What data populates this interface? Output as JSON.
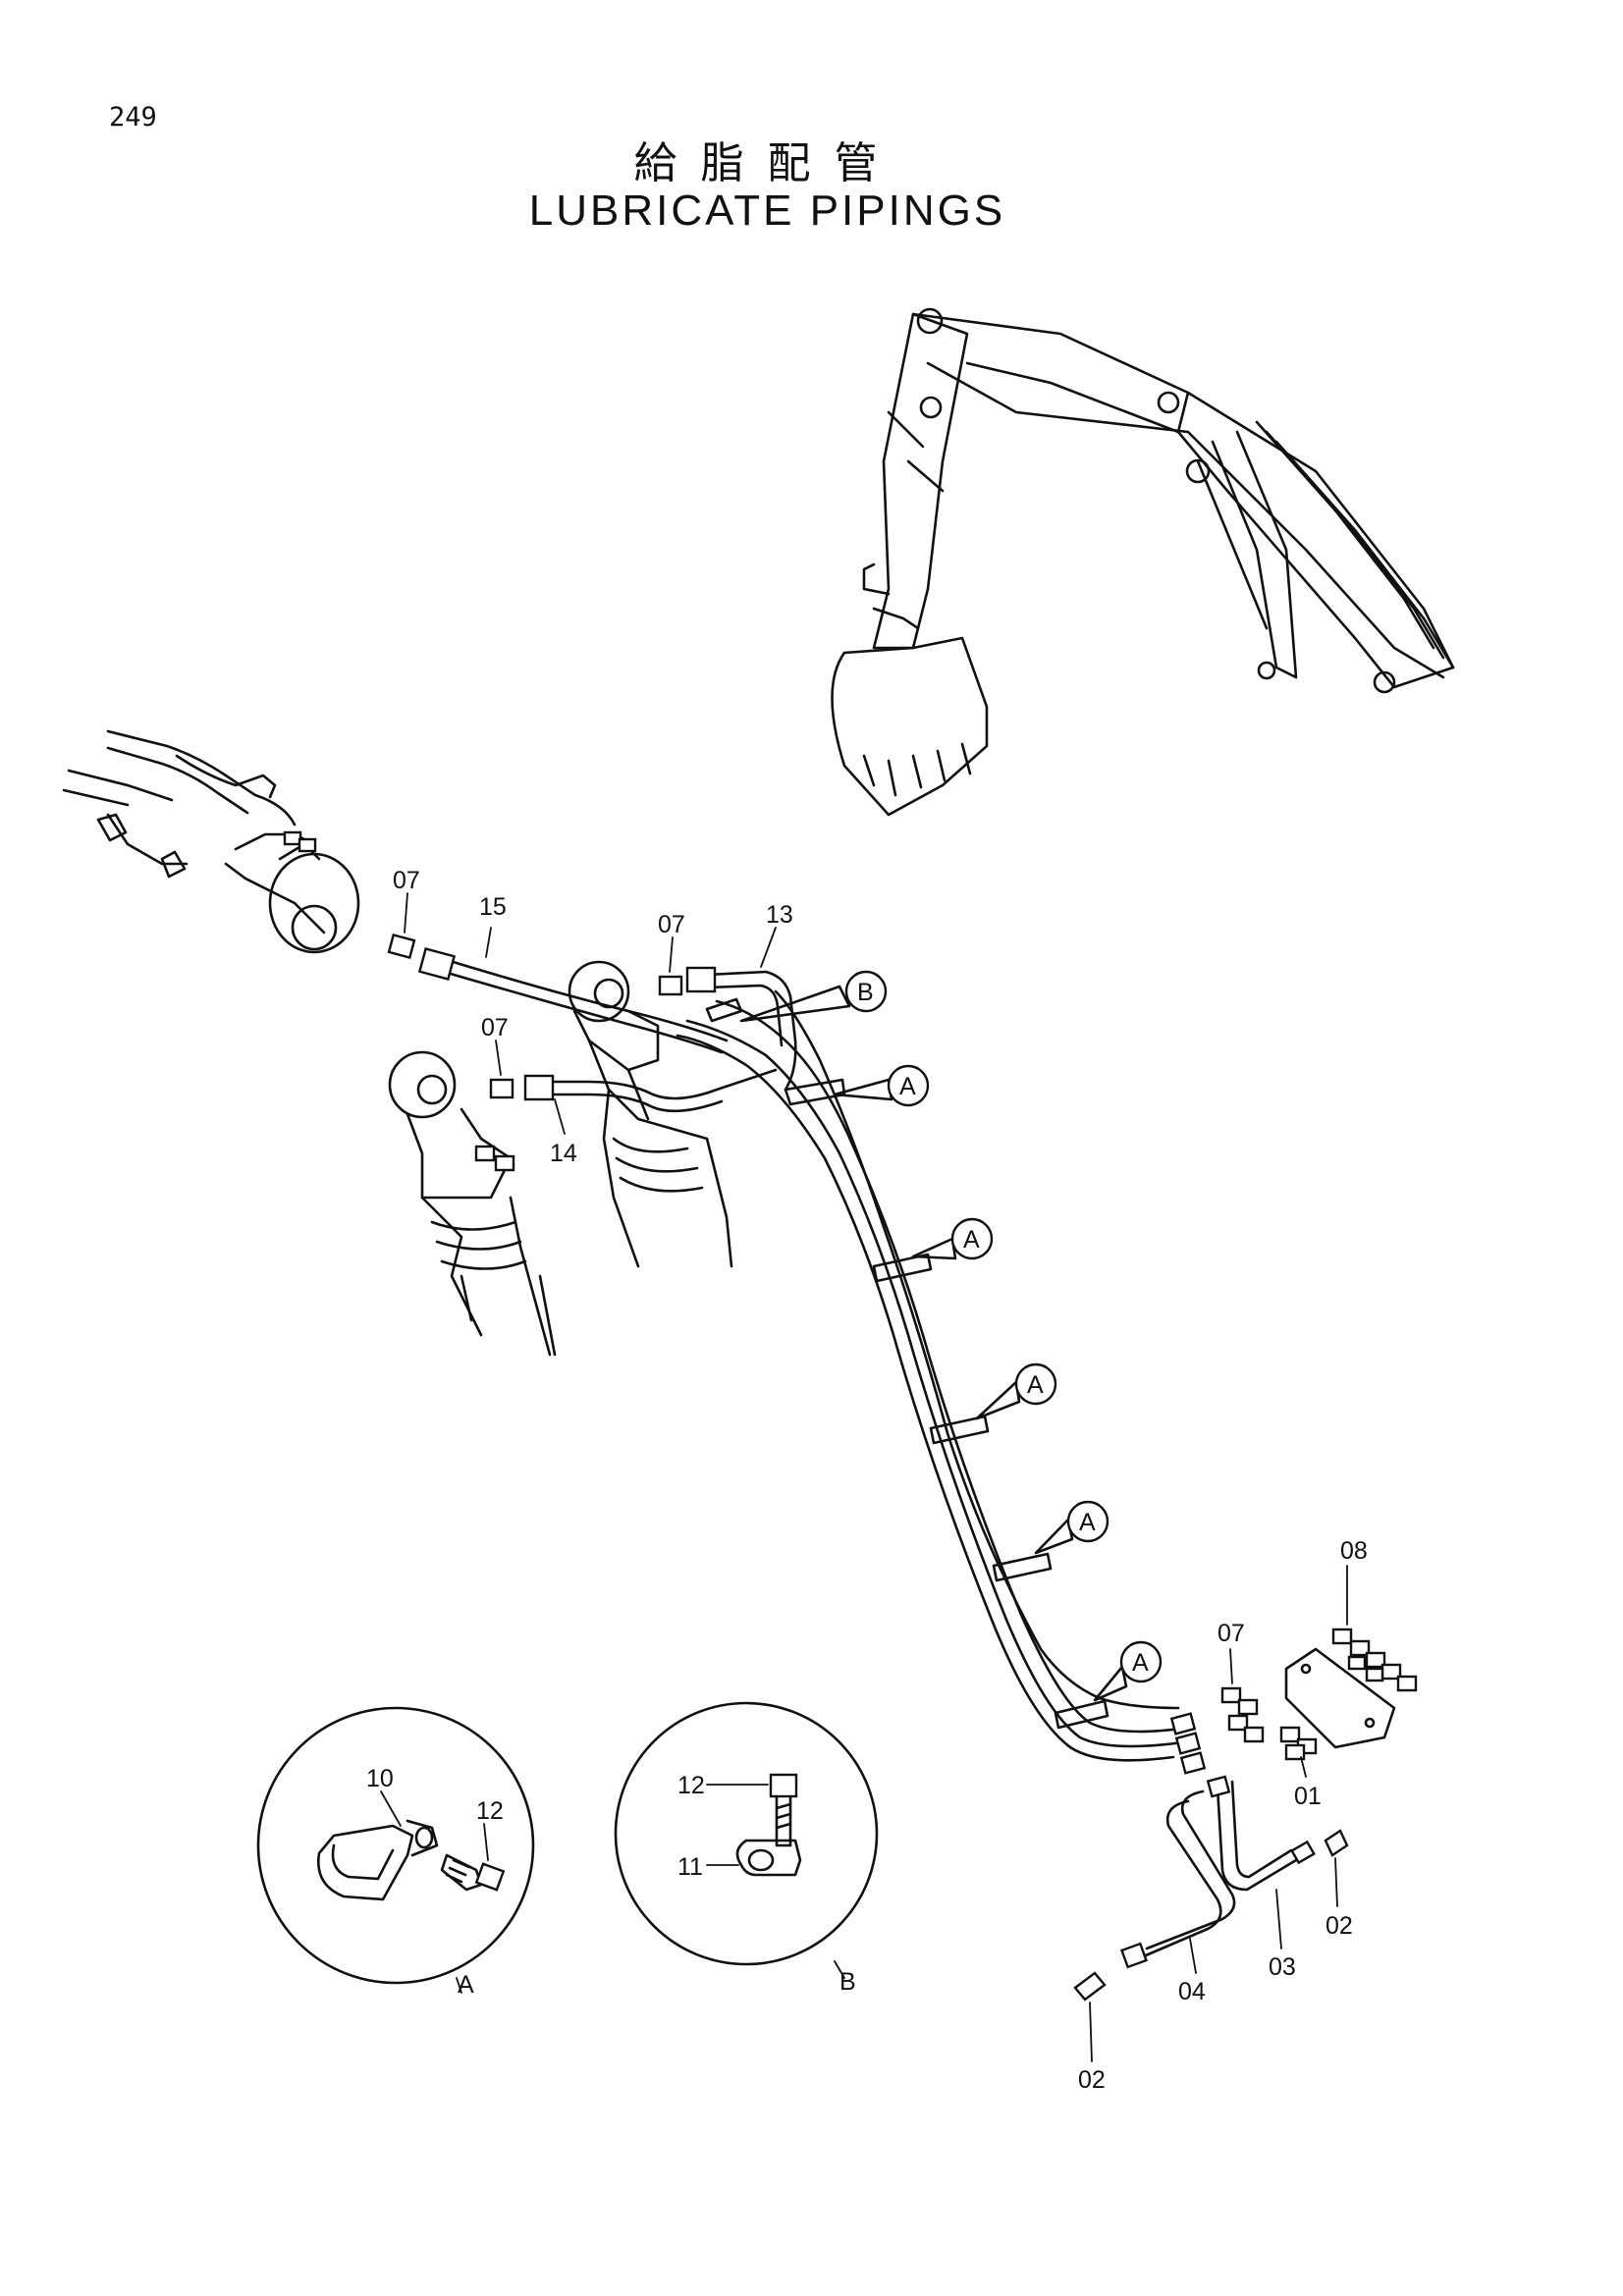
{
  "page_number": "249",
  "title_jp": "給脂配管",
  "title_en": "LUBRICATE PIPINGS",
  "callouts": {
    "a": "A",
    "b": "B"
  },
  "detail_views": {
    "a": "A",
    "b": "B"
  },
  "parts": {
    "p01": "01",
    "p02_right": "02",
    "p02_bottom": "02",
    "p03": "03",
    "p04": "04",
    "p07_top_left": "07",
    "p07_top_mid": "07",
    "p07_mid_left": "07",
    "p07_right": "07",
    "p08": "08",
    "p10": "10",
    "p11": "11",
    "p12_detail_a": "12",
    "p12_detail_b": "12",
    "p13": "13",
    "p14": "14",
    "p15": "15"
  }
}
